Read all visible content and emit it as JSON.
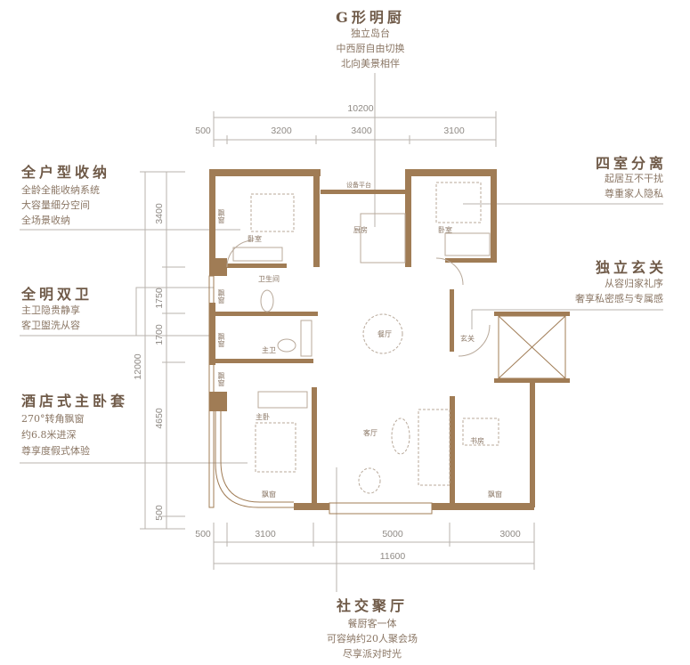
{
  "colors": {
    "wall": "#a07c55",
    "line": "#b9b3ad",
    "text": "#7d6a58",
    "furniture": "#b8a99a"
  },
  "callouts": {
    "kitchen": {
      "title": "G形明厨",
      "lines": [
        "独立岛台",
        "中西厨自由切换",
        "北向美景相伴"
      ]
    },
    "storage": {
      "title": "全户型收纳",
      "lines": [
        "全龄全能收纳系统",
        "大容量细分空间",
        "全场景收纳"
      ]
    },
    "bath": {
      "title": "全明双卫",
      "lines": [
        "主卫隐贵静享",
        "客卫盥洗从容"
      ]
    },
    "master": {
      "title": "酒店式主卧套",
      "lines": [
        "270°转角飘窗",
        "约6.8米进深",
        "尊享度假式体验"
      ]
    },
    "rooms": {
      "title": "四室分离",
      "lines": [
        "起居互不干扰",
        "尊重家人隐私"
      ]
    },
    "foyer": {
      "title": "独立玄关",
      "lines": [
        "从容归家礼序",
        "奢享私密感与专属感"
      ]
    },
    "social": {
      "title": "社交聚厅",
      "lines": [
        "餐厨客一体",
        "可容纳约20人聚会场",
        "尽享派对时光"
      ]
    }
  },
  "dimensions": {
    "top_total": "10200",
    "top": [
      "500",
      "3200",
      "3400",
      "3100"
    ],
    "bottom": [
      "500",
      "3100",
      "5000",
      "3000"
    ],
    "bottom_total": "11600",
    "left_total": "12000",
    "left": [
      "3400",
      "1750",
      "1700",
      "4650",
      "500"
    ]
  },
  "rooms": {
    "bedroom1": "卧室",
    "kitchen": "厨房",
    "bedroom2": "卧室",
    "bathroom": "卫生间",
    "master_bath": "主卫",
    "dining": "餐厅",
    "foyer": "玄关",
    "living": "客厅",
    "master_bedroom": "主卧",
    "study": "书房",
    "equipment": "设备平台",
    "bay1": "飘窗",
    "bay2": "飘窗",
    "bay3": "飘窗",
    "bay4": "飘窗",
    "bay5": "飘窗",
    "bay6": "飘窗"
  }
}
